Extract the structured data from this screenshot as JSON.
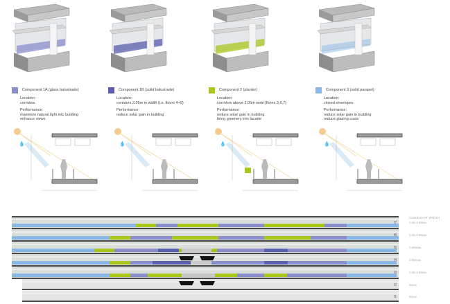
{
  "components": [
    {
      "title": "Component 1A (glass balustrade)",
      "color": "#8a8fcc",
      "location_label": "Location:",
      "location": [
        "corridors"
      ],
      "performance_label": "Performance:",
      "performance": [
        "maximize natural light into building",
        "enhance views"
      ]
    },
    {
      "title": "Component 1B (solid balustrade)",
      "color": "#5a5fae",
      "location_label": "Location:",
      "location": [
        "corridors 2.05m in width (i.e. floors 4+5)"
      ],
      "performance_label": "Performance:",
      "performance": [
        "reduce solar gain in building"
      ]
    },
    {
      "title": "Component 2 (planter)",
      "color": "#a8c81e",
      "location_label": "Location:",
      "location": [
        "corridors above 2.05m wide (floors 3,6,7)"
      ],
      "performance_label": "Performance:",
      "performance": [
        "reduce solar gain in building",
        "bring greenery into facade"
      ]
    },
    {
      "title": "Component 3 (solid parapet)",
      "color": "#8ab8e6",
      "location_label": "Location:",
      "location": [
        "closed envelopes"
      ],
      "performance_label": "Performance:",
      "performance": [
        "reduce solar gain in building",
        "reduce glazing costs"
      ]
    }
  ],
  "elevation": {
    "header": "CORRIDOR WIDTH",
    "floors": [
      {
        "label": "f7",
        "width": "2.05-4.8max"
      },
      {
        "label": "f6",
        "width": "2.05-4.8max"
      },
      {
        "label": "f5",
        "width": "2.05max"
      },
      {
        "label": "f4",
        "width": "2.05max"
      },
      {
        "label": "f3",
        "width": "2.05-4.8max"
      },
      {
        "label": "f2",
        "width": "5max"
      },
      {
        "label": "f1",
        "width": "5max"
      }
    ]
  }
}
